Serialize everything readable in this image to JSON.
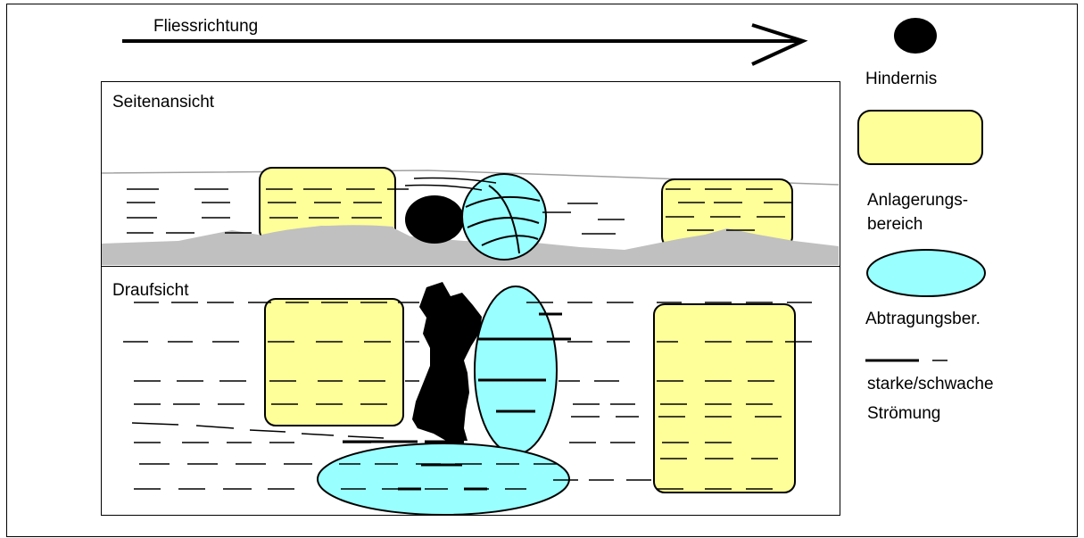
{
  "flow_label": "Fliessrichtung",
  "panels": {
    "side_view_label": "Seitenansicht",
    "top_view_label": "Draufsicht"
  },
  "legend": {
    "obstacle_label": "Hindernis",
    "deposition_line1": "Anlagerungs-",
    "deposition_line2": "bereich",
    "erosion_label": "Abtragungsber.",
    "current_line1": "starke/schwache",
    "current_line2": "Strömung"
  },
  "colors": {
    "deposition": "#ffff99",
    "erosion": "#99ffff",
    "riverbed": "#c0c0c0",
    "obstacle": "#000000"
  }
}
